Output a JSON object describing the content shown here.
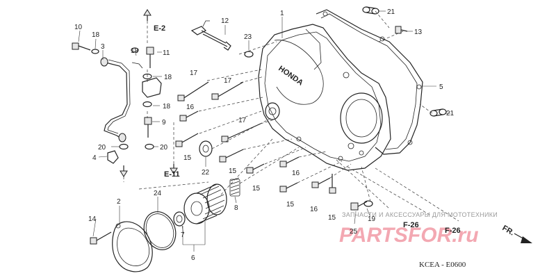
{
  "diagram": {
    "part_numbers": [
      "1",
      "2",
      "3",
      "4",
      "5",
      "6",
      "7",
      "8",
      "9",
      "10",
      "11",
      "12",
      "13",
      "14",
      "15",
      "16",
      "17",
      "18",
      "19",
      "20",
      "21",
      "22",
      "23",
      "24",
      "25"
    ],
    "refs": {
      "e2": "E-2",
      "e11": "E-11",
      "f26_a": "F-26",
      "f26_b": "F-26",
      "fr": "FR."
    },
    "engraving": "HONDA",
    "code": "KCEA - E0600"
  },
  "watermark": {
    "text": "ЗАПЧАСТИ И АКСЕССУАРЫ ДЛЯ МОТОТЕХНИКИ",
    "logo": "PARTSFOR.ru"
  },
  "colors": {
    "line": "#222222",
    "watermark_text": "#9a9a9a",
    "watermark_logo": "#f3a8b2"
  }
}
